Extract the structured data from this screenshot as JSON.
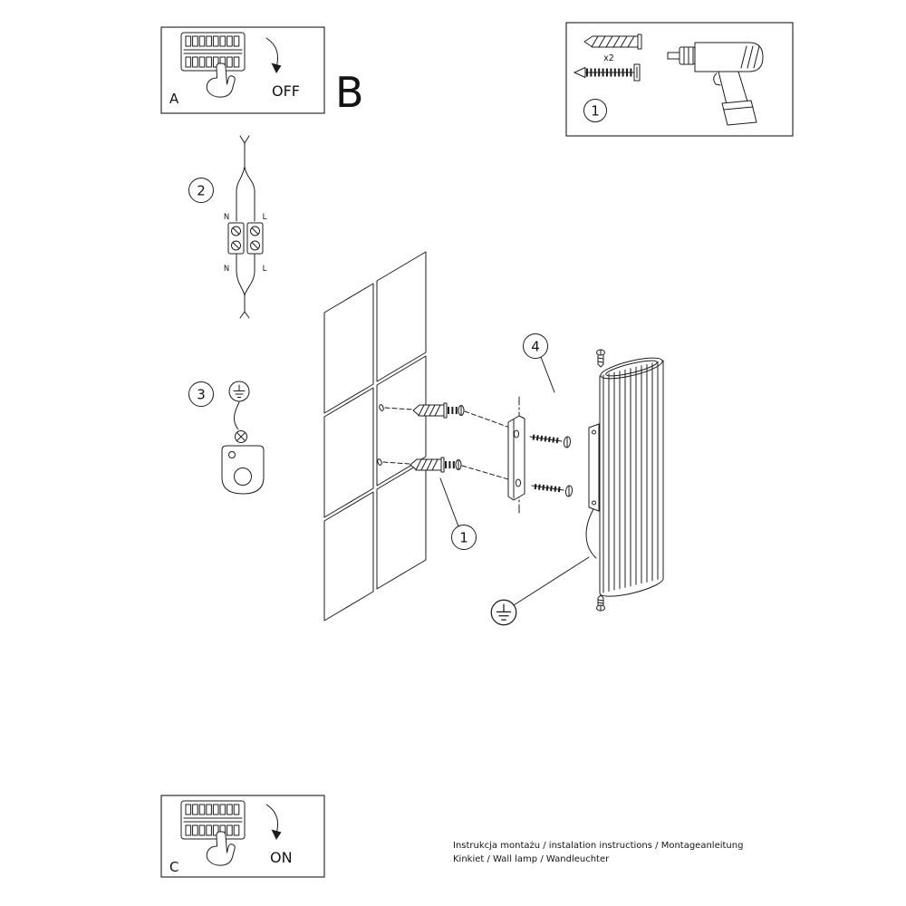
{
  "doc": {
    "kind": "wall lamp installation instruction sheet",
    "line_color": "#1c1c1c",
    "background": "#ffffff"
  },
  "steps": {
    "panel_a": {
      "label": "A",
      "switch_state": "OFF"
    },
    "section_b": {
      "label": "B"
    },
    "tools": {
      "step_number": "1",
      "dowel_count_label": "x2"
    },
    "step_2": {
      "number": "2",
      "labels": {
        "top_left": "N",
        "top_right": "L",
        "bottom_left": "N",
        "bottom_right": "L"
      }
    },
    "step_3": {
      "number": "3"
    },
    "main": {
      "callout_screws": "1",
      "callout_lamp": "4"
    },
    "panel_c": {
      "label": "C",
      "switch_state": "ON"
    }
  },
  "footer": {
    "line1": "Instrukcja montażu / instalation instructions / Montageanleitung",
    "line2": "Kinkiet / Wall lamp / Wandleuchter"
  }
}
